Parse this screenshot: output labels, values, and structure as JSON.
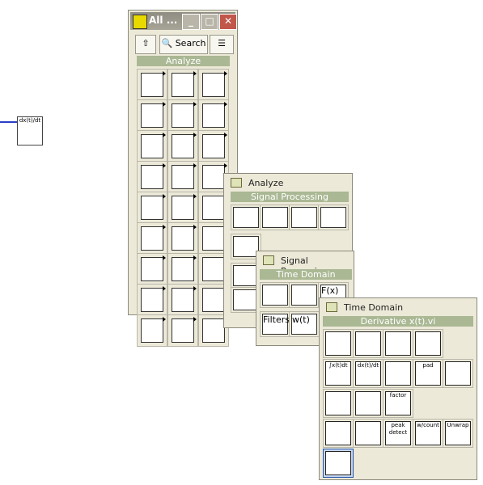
{
  "block_diagram": {
    "node_label": "dx(t)/dt"
  },
  "palette": {
    "title": "All ...",
    "window_buttons": {
      "minimize": "_",
      "maximize": "□",
      "close": "✕"
    },
    "toolbar": {
      "up_icon": "up-arrow-icon",
      "search_label": "Search",
      "options_icon": "options-icon"
    },
    "category": "Analyze",
    "icons": [
      "numeric-icon",
      "numeric-ops-icon",
      "boolean-icon",
      "string-icon",
      "array-icon",
      "cluster-icon",
      "comparison-icon",
      "timing-icon",
      "dialog-icon",
      "application-control-icon",
      "graphics-icon",
      "file-io-icon",
      "analyze-icon",
      "waveform-icon",
      "signal-icon",
      "instrument-io-icon",
      "instr-icon",
      "sound-icon",
      "network-icon",
      "report-icon",
      "error-icon",
      "select-vi-icon",
      "comm-icon",
      "mathematics-icon",
      "user-libraries-icon",
      "express-icon",
      "structures-icon"
    ]
  },
  "analyze_palette": {
    "title": "Analyze",
    "category": "Signal Processing"
  },
  "signal_processing_palette": {
    "title": "Signal Processing",
    "category": "Time Domain",
    "labels": {
      "fx": "F(x)",
      "filters": "Filters",
      "wt": "w(t)"
    }
  },
  "time_domain_palette": {
    "title": "Time Domain",
    "selected_vi": "Derivative x(t).vi",
    "items": [
      {
        "name": "convolution-icon",
        "label": ""
      },
      {
        "name": "deconvolution-icon",
        "label": ""
      },
      {
        "name": "autocorrelation-icon",
        "label": ""
      },
      {
        "name": "crosscorrelation-icon",
        "label": ""
      },
      {
        "name": "integral-icon",
        "label": "∫x(t)dt"
      },
      {
        "name": "derivative-icon",
        "label": "dx(t)/dt"
      },
      {
        "name": "decimate-icon",
        "label": ""
      },
      {
        "name": "zero-padder-icon",
        "label": "pad"
      },
      {
        "name": "y-x-icon",
        "label": ""
      },
      {
        "name": "unwrap-phase-icon",
        "label": ""
      },
      {
        "name": "fir-icon",
        "label": ""
      },
      {
        "name": "factor-icon",
        "label": "factor"
      },
      {
        "name": "threshold-peak-icon",
        "label": ""
      },
      {
        "name": "pulse-measurements-icon",
        "label": ""
      },
      {
        "name": "peak-detect-icon",
        "label": "peak detect"
      },
      {
        "name": "count-icon",
        "label": "w/count"
      },
      {
        "name": "unwrap-icon",
        "label": "Unwrap"
      },
      {
        "name": "selected-vi-icon",
        "label": ""
      }
    ]
  }
}
